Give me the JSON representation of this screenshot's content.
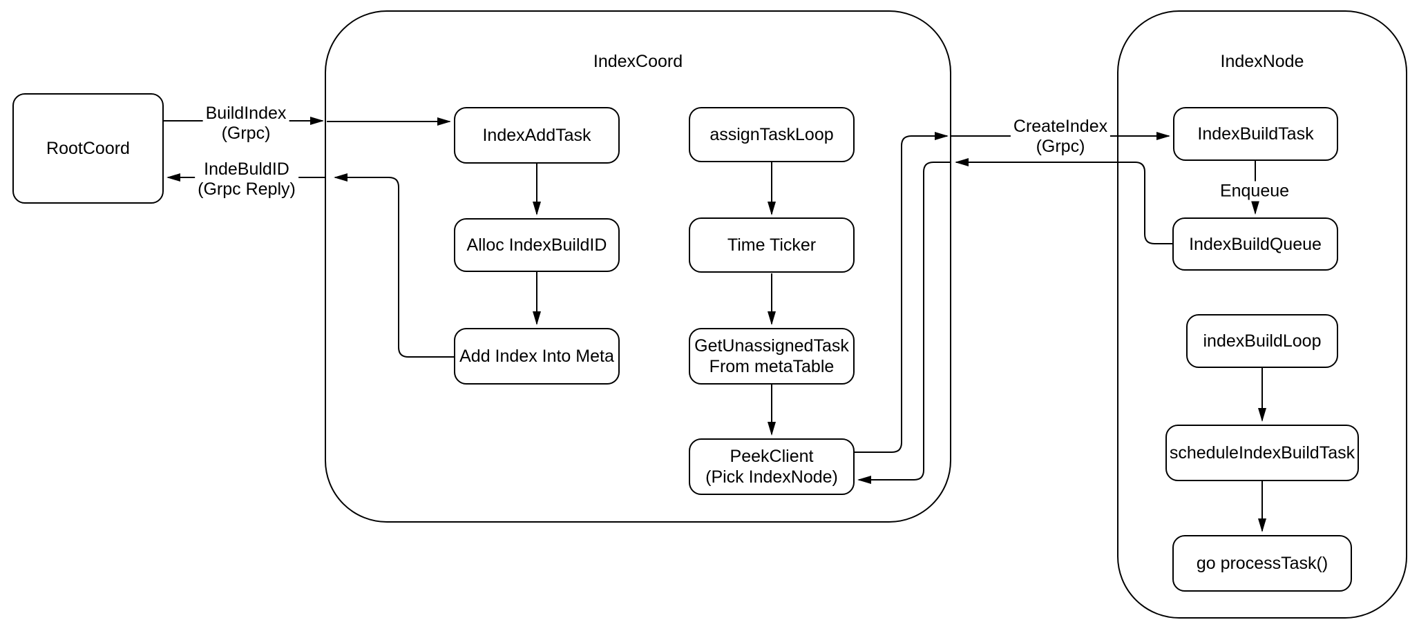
{
  "diagram": {
    "background_color": "#ffffff",
    "stroke_color": "#000000",
    "containers": [
      {
        "id": "indexcoord",
        "label": "IndexCoord"
      },
      {
        "id": "indexnode",
        "label": "IndexNode"
      }
    ],
    "nodes": [
      {
        "id": "rootcoord",
        "label": "RootCoord"
      },
      {
        "id": "indexaddtask",
        "label": "IndexAddTask"
      },
      {
        "id": "alloc-indexbuildid",
        "label": "Alloc IndexBuildID"
      },
      {
        "id": "add-index-into-meta",
        "label": "Add Index Into Meta"
      },
      {
        "id": "assigntaskloop",
        "label": "assignTaskLoop"
      },
      {
        "id": "time-ticker",
        "label": "Time Ticker"
      },
      {
        "id": "getunassignedtask-from-metatable",
        "label": "GetUnassignedTask\nFrom metaTable"
      },
      {
        "id": "peekclient",
        "label": "PeekClient\n(Pick IndexNode)"
      },
      {
        "id": "indexbuildtask",
        "label": "IndexBuildTask"
      },
      {
        "id": "indexbuildqueue",
        "label": "IndexBuildQueue"
      },
      {
        "id": "indexbuildloop",
        "label": "indexBuildLoop"
      },
      {
        "id": "scheduleindexbuildtask",
        "label": "scheduleIndexBuildTask"
      },
      {
        "id": "go-processtask",
        "label": "go processTask()"
      }
    ],
    "edge_labels": [
      {
        "id": "buildindex-grpc",
        "text": "BuildIndex\n(Grpc)"
      },
      {
        "id": "indebuldid-grpc-reply",
        "text": "IndeBuldID\n(Grpc Reply)"
      },
      {
        "id": "createindex-grpc",
        "text": "CreateIndex\n(Grpc)"
      },
      {
        "id": "enqueue",
        "text": "Enqueue"
      }
    ]
  }
}
